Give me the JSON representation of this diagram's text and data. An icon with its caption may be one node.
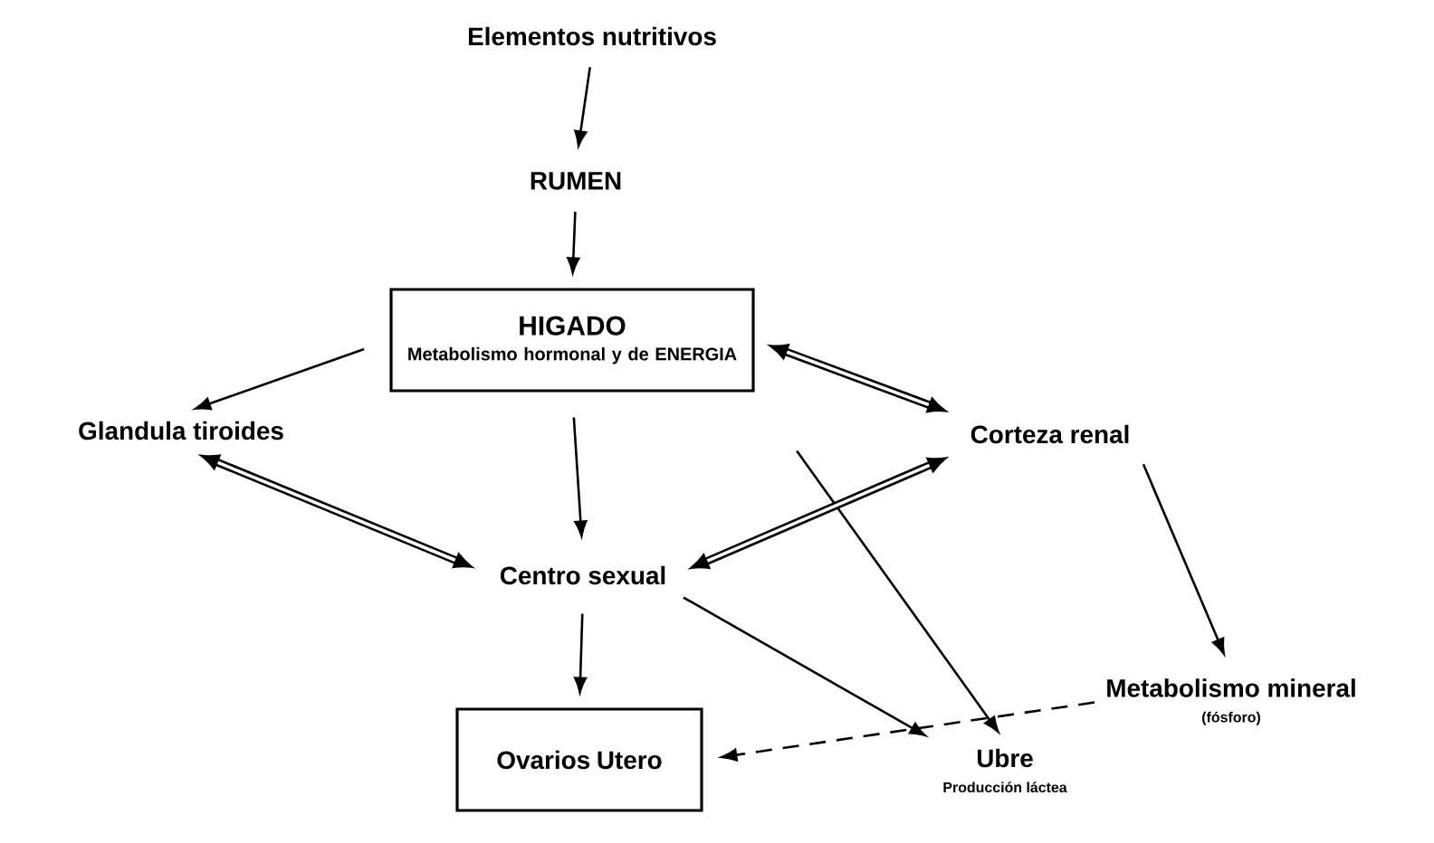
{
  "diagram": {
    "nodes": [
      {
        "text": [
          "Elementos nutritivos"
        ]
      },
      {
        "text": [
          "RUMEN"
        ]
      },
      {
        "text": [
          "HIGADO",
          "Metabolismo hormonal y de ENERGIA"
        ]
      },
      {
        "text": [
          "Glandula tiroides"
        ]
      },
      {
        "text": [
          "Corteza renal"
        ]
      },
      {
        "text": [
          "Centro sexual"
        ]
      },
      {
        "text": [
          "Metabolismo mineral",
          "(fósforo)"
        ]
      },
      {
        "text": [
          "Ovarios Utero"
        ]
      },
      {
        "text": [
          "Ubre",
          "Producción láctea"
        ]
      }
    ],
    "edges": [
      {
        "from": 0,
        "to": 1,
        "arrow": "to"
      },
      {
        "from": 1,
        "to": 2,
        "arrow": "to"
      },
      {
        "from": 2,
        "to": 3,
        "arrow": "to"
      },
      {
        "from": 2,
        "to": 4,
        "arrow": "both",
        "style": "thick"
      },
      {
        "from": 3,
        "to": 5,
        "arrow": "both",
        "style": "thick"
      },
      {
        "from": 2,
        "to": 5,
        "arrow": "to"
      },
      {
        "from": 2,
        "to": 8,
        "arrow": "to"
      },
      {
        "from": 4,
        "to": 5,
        "arrow": "both",
        "style": "thick"
      },
      {
        "from": 4,
        "to": 6,
        "arrow": "to"
      },
      {
        "from": 5,
        "to": 7,
        "arrow": "to"
      },
      {
        "from": 5,
        "to": 8,
        "arrow": "to"
      },
      {
        "from": 6,
        "to": 7,
        "arrow": "to",
        "style": "dashed"
      }
    ]
  }
}
